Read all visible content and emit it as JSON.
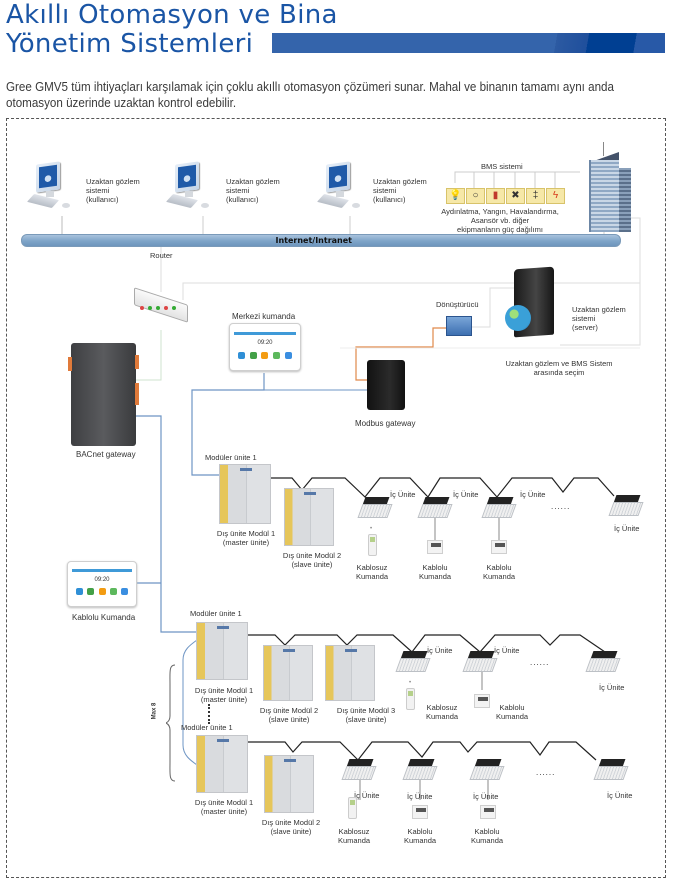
{
  "header": {
    "title_line1": "Akıllı Otomasyon ve Bina",
    "title_line2": "Yönetim Sistemleri",
    "accent_color": "#3464ab",
    "intro": "Gree GMV5 tüm ihtiyaçları karşılamak için çoklu akıllı otomasyon çözümeri sunar. Mahal ve binanın tamamı aynı anda otomasyon üzerinde uzaktan kontrol edebilir."
  },
  "diagram": {
    "remote_users": [
      {
        "line1": "Uzaktan gözlem",
        "line2": "sistemi",
        "line3": "(kullanıcı)",
        "icon": "computer-icon"
      },
      {
        "line1": "Uzaktan gözlem",
        "line2": "sistemi",
        "line3": "(kullanıcı)",
        "icon": "computer-icon"
      },
      {
        "line1": "Uzaktan gözlem",
        "line2": "sistemi",
        "line3": "(kullanıcı)",
        "icon": "computer-icon"
      }
    ],
    "bms": {
      "title": "BMS sistemi",
      "icons": [
        "lighting-icon",
        "bulb-icon",
        "fire-extinguisher-icon",
        "fan-icon",
        "elevator-icon",
        "power-icon"
      ],
      "desc_line1": "Aydınlatma, Yangın, Havalandırma,",
      "desc_line2": "Asansör vb. diğer",
      "desc_line3": "ekipmanların güç dağılımı"
    },
    "network_label": "Internet/Intranet",
    "router_label": "Router",
    "central_controller": {
      "label": "Merkezi kumanda",
      "time": "09:20"
    },
    "converter_label": "Dönüştürücü",
    "server": {
      "line1": "Uzaktan gözlem",
      "line2": "sistemi",
      "line3": "(server)"
    },
    "selection_note": {
      "line1": "Uzaktan gözlem ve BMS Sistem",
      "line2": "arasında seçim"
    },
    "modbus_label": "Modbus gateway",
    "bacnet_label": "BACnet gateway",
    "wired_controller": {
      "label": "Kablolu Kumanda",
      "time": "09:20"
    },
    "max_label": "Max 8",
    "ellipsis": "......",
    "group1": {
      "title": "Modüler ünite 1",
      "outdoor": [
        {
          "line1": "Dış ünite Modül 1",
          "line2": "(master ünite)"
        },
        {
          "line1": "Dış ünite Modül 2",
          "line2": "(slave ünite)"
        }
      ],
      "indoor_label": "İç Ünite",
      "wireless_label": {
        "line1": "Kablosuz",
        "line2": "Kumanda"
      },
      "wired_label": {
        "line1": "Kablolu",
        "line2": "Kumanda"
      }
    },
    "group2": {
      "title": "Modüler ünite 1",
      "outdoor": [
        {
          "line1": "Dış ünite Modül 1",
          "line2": "(master ünite)"
        },
        {
          "line1": "Dış ünite Modül 2",
          "line2": "(slave ünite)"
        },
        {
          "line1": "Dış ünite Modül 3",
          "line2": "(slave ünite)"
        }
      ],
      "indoor_label": "İç Ünite",
      "wireless_label": {
        "line1": "Kablosuz",
        "line2": "Kumanda"
      },
      "wired_label": {
        "line1": "Kablolu",
        "line2": "Kumanda"
      }
    },
    "group3": {
      "title": "Modüler ünite 1",
      "outdoor": [
        {
          "line1": "Dış ünite Modül 1",
          "line2": "(master ünite)"
        },
        {
          "line1": "Dış ünite Modül 2",
          "line2": "(slave ünite)"
        }
      ],
      "indoor_label": "İç Ünite",
      "wireless_label": {
        "line1": "Kablosuz",
        "line2": "Kumanda"
      },
      "wired_label": {
        "line1": "Kablolu",
        "line2": "Kumanda"
      }
    }
  }
}
